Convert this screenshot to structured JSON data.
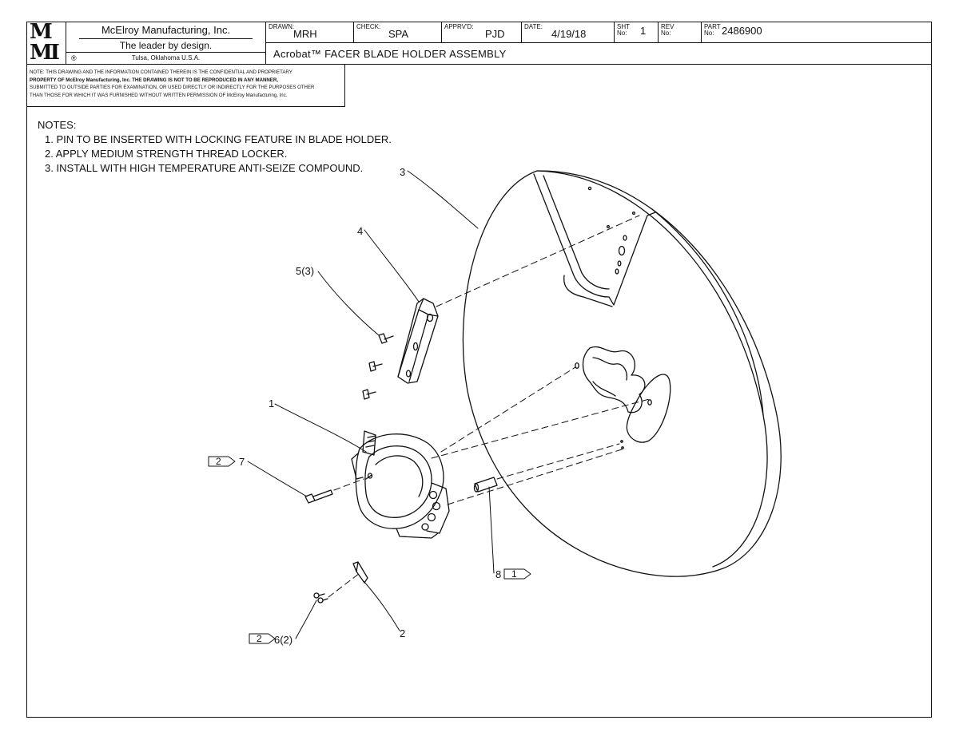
{
  "title_block": {
    "logo_top": "M",
    "logo_bottom": "MI",
    "company_name": "McElroy Manufacturing, Inc.",
    "slogan": "The leader by design.",
    "location": "Tulsa, Oklahoma U.S.A.",
    "registered_mark": "®",
    "drawn_label": "DRAWN:",
    "drawn_value": "MRH",
    "check_label": "CHECK:",
    "check_value": "SPA",
    "apprvd_label": "APPRV'D:",
    "apprvd_value": "PJD",
    "date_label": "DATE:",
    "date_value": "4/19/18",
    "sht_label_1": "SHT",
    "sht_label_2": "No:",
    "sht_value": "1",
    "rev_label_1": "REV",
    "rev_label_2": "No:",
    "rev_value": "",
    "part_label_1": "PART",
    "part_label_2": "No:",
    "part_value": "2486900",
    "drawing_title": "Acrobat™ FACER BLADE HOLDER ASSEMBLY"
  },
  "notice": [
    "NOTE: THIS DRAWING AND THE INFORMATION CONTAINED THEREIN IS THE CONFIDENTIAL AND PROPRIETARY",
    "PROPERTY OF McElroy Manufacturing, Inc. THE DRAWING IS NOT TO BE REPRODUCED IN ANY MANNER,",
    "SUBMITTED TO OUTSIDE PARTIES FOR EXAMINATION, OR USED DIRECTLY OR INDIRECTLY FOR THE PURPOSES OTHER",
    "THAN THOSE FOR WHICH IT WAS FURNISHED WITHOUT WRITTEN PERMISSION OF McElroy Manufacturing, Inc."
  ],
  "notes": {
    "heading": "NOTES:",
    "items": [
      "1. PIN TO BE INSERTED WITH LOCKING FEATURE IN BLADE HOLDER.",
      "2. APPLY MEDIUM STRENGTH THREAD LOCKER.",
      "3. INSTALL WITH HIGH TEMPERATURE ANTI-SEIZE COMPOUND."
    ]
  },
  "callouts": {
    "item_3": "3",
    "item_4": "4",
    "item_5": "5(3)",
    "item_1": "1",
    "item_7": "7",
    "item_8": "8",
    "item_2": "2",
    "item_6": "6(2)",
    "flag_7": "2",
    "flag_8": "1",
    "flag_6": "2"
  }
}
